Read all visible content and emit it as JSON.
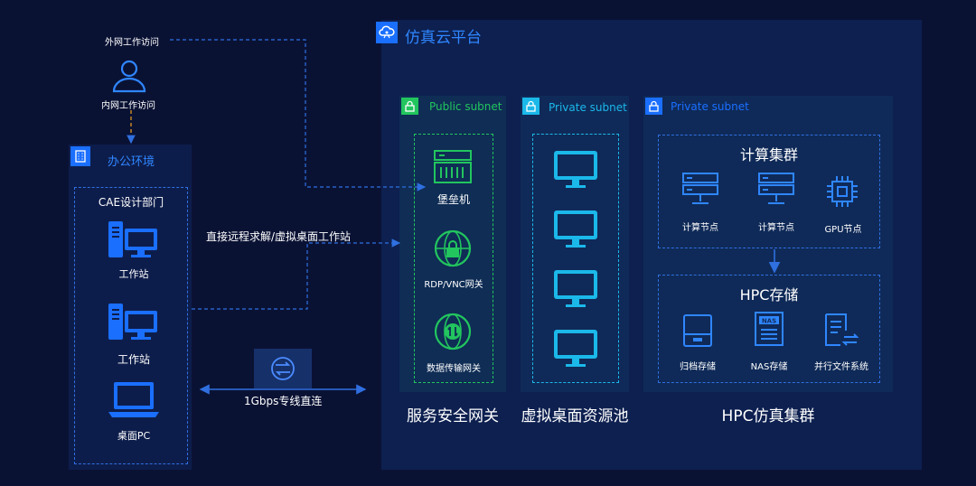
{
  "colors": {
    "background": "#0a1234",
    "cloud_panel": "#0d2050",
    "office_panel": "#0d1d4b",
    "column_panel": "#0f2a58",
    "accent_blue": "#1a6fff",
    "accent_green": "#22c55e",
    "accent_cyan": "#1bb8ea",
    "orange_arrow": "#f0a020"
  },
  "cloud": {
    "title": "仿真云平台",
    "icon": "cloud-icon"
  },
  "office": {
    "title": "办公环境",
    "icon": "building-icon",
    "dept_title": "CAE设计部门",
    "devices": [
      {
        "label": "工作站",
        "icon": "workstation-icon"
      },
      {
        "label": "工作站",
        "icon": "workstation-icon"
      },
      {
        "label": "桌面PC",
        "icon": "laptop-icon"
      }
    ]
  },
  "external": {
    "wan_label": "外网工作访问",
    "lan_label": "内网工作访问",
    "user_icon": "user-icon",
    "remote_label": "直接远程求解/虚拟桌面工作站",
    "line_label": "1Gbps专线直连",
    "line_icon": "dedicated-line-icon"
  },
  "public_subnet": {
    "label": "Public subnet",
    "icon": "lock-icon",
    "items": [
      {
        "label": "堡垒机",
        "icon": "server-rack-icon"
      },
      {
        "label": "RDP/VNC网关",
        "icon": "globe-lock-icon"
      },
      {
        "label": "数据传输网关",
        "icon": "globe-transfer-icon"
      }
    ],
    "caption": "服务安全网关"
  },
  "private_subnet_1": {
    "label": "Private subnet",
    "icon": "lock-icon",
    "monitors": [
      "monitor-icon",
      "monitor-icon",
      "monitor-icon",
      "monitor-icon"
    ],
    "caption": "虚拟桌面资源池"
  },
  "private_subnet_2": {
    "label": "Private subnet",
    "icon": "lock-icon",
    "compute": {
      "title": "计算集群",
      "items": [
        {
          "label": "计算节点",
          "icon": "server-node-icon"
        },
        {
          "label": "计算节点",
          "icon": "server-node-icon"
        },
        {
          "label": "GPU节点",
          "icon": "chip-icon"
        }
      ]
    },
    "storage": {
      "title": "HPC存储",
      "items": [
        {
          "label": "归档存储",
          "icon": "archive-icon"
        },
        {
          "label": "NAS存储",
          "icon": "nas-icon"
        },
        {
          "label": "并行文件系统",
          "icon": "file-system-icon"
        }
      ]
    },
    "caption": "HPC仿真集群"
  }
}
